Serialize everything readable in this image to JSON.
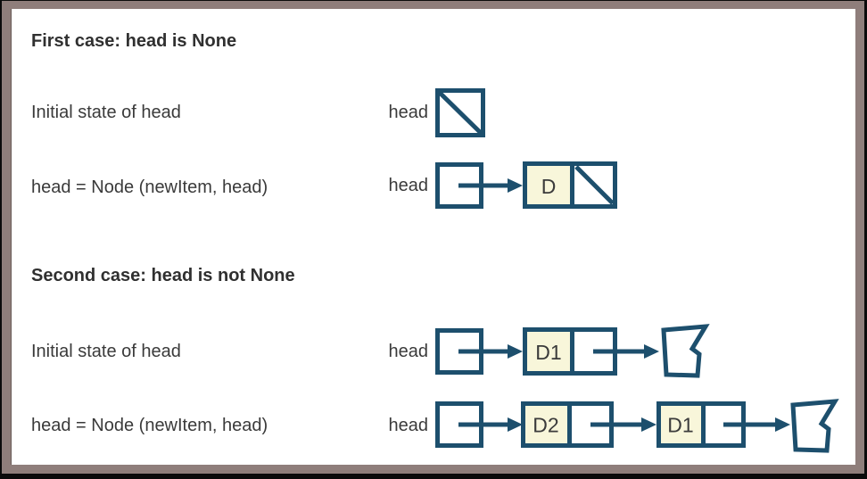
{
  "figure": {
    "section1": {
      "title": "First case: head is None",
      "row1": {
        "label": "Initial state of head",
        "var": "head"
      },
      "row2": {
        "label": "head = Node (newItem, head)",
        "var": "head",
        "node1_data": "D"
      }
    },
    "section2": {
      "title": "Second case: head is not None",
      "row1": {
        "label": "Initial state of head",
        "var": "head",
        "node1_data": "D1"
      },
      "row2": {
        "label": "head = Node (newItem, head)",
        "var": "head",
        "node1_data": "D2",
        "node2_data": "D1"
      }
    }
  },
  "colors": {
    "frame_border": "#8f7e7b",
    "diagram_stroke": "#1d4f6d",
    "data_cell_fill": "#f8f6da",
    "text": "#3a3a3a",
    "background": "#ffffff"
  }
}
